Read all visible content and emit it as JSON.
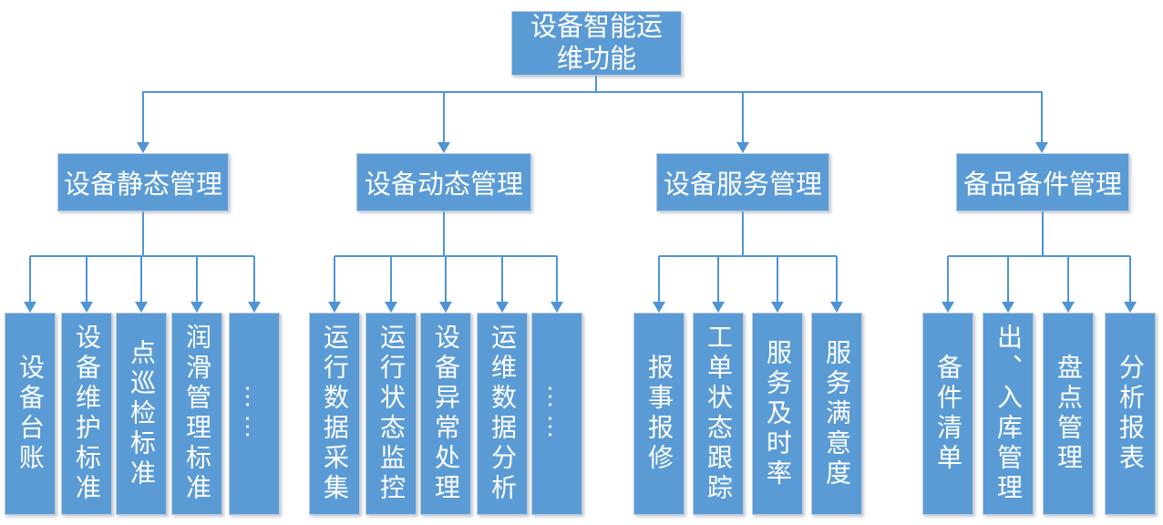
{
  "diagram": {
    "title_node": {
      "label": "设备智能运维功能"
    },
    "colors": {
      "box_fill": "#5b9bd5",
      "box_border": "#bccbdb",
      "connector_line": "#4e94d6",
      "text": "#ffffff",
      "background": "#ffffff"
    },
    "branches": [
      {
        "label": "设备静态管理",
        "children": [
          "设备台账",
          "设备维护标准",
          "点巡检标准",
          "润滑管理标准",
          "……"
        ]
      },
      {
        "label": "设备动态管理",
        "children": [
          "运行数据采集",
          "运行状态监控",
          "设备异常处理",
          "运维数据分析",
          "……"
        ]
      },
      {
        "label": "设备服务管理",
        "children": [
          "报事报修",
          "工单状态跟踪",
          "服务及时率",
          "服务满意度"
        ]
      },
      {
        "label": "备品备件管理",
        "children": [
          "备件清单",
          "出、入库管理",
          "盘点管理",
          "分析报表"
        ]
      }
    ]
  }
}
